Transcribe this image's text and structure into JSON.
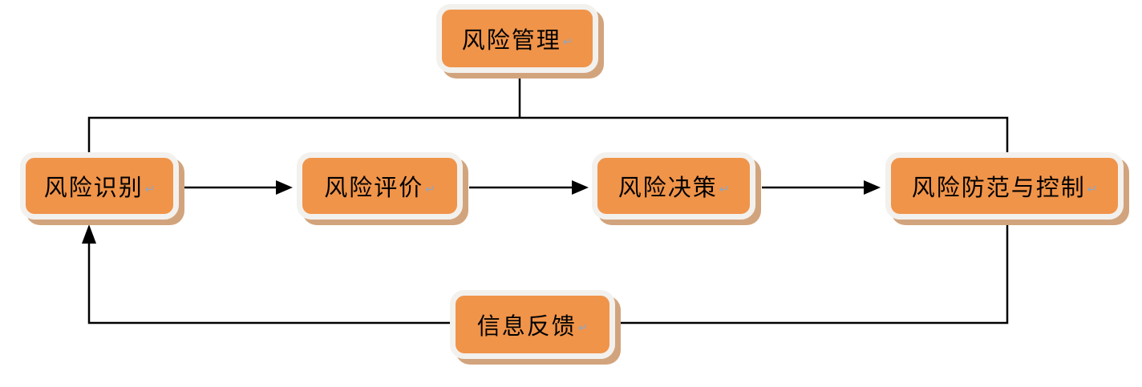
{
  "diagram": {
    "nodes": {
      "top": {
        "label": "风险管理"
      },
      "flow": [
        {
          "label": "风险识别"
        },
        {
          "label": "风险评价"
        },
        {
          "label": "风险决策"
        },
        {
          "label": "风险防范与控制"
        }
      ],
      "feedback": {
        "label": "信息反馈"
      }
    },
    "paragraph_mark": "↵",
    "colors": {
      "node_fill": "#F0944A",
      "node_border": "#F3F1EE",
      "node_shadow": "#D2A47D",
      "connector": "#000000"
    }
  }
}
